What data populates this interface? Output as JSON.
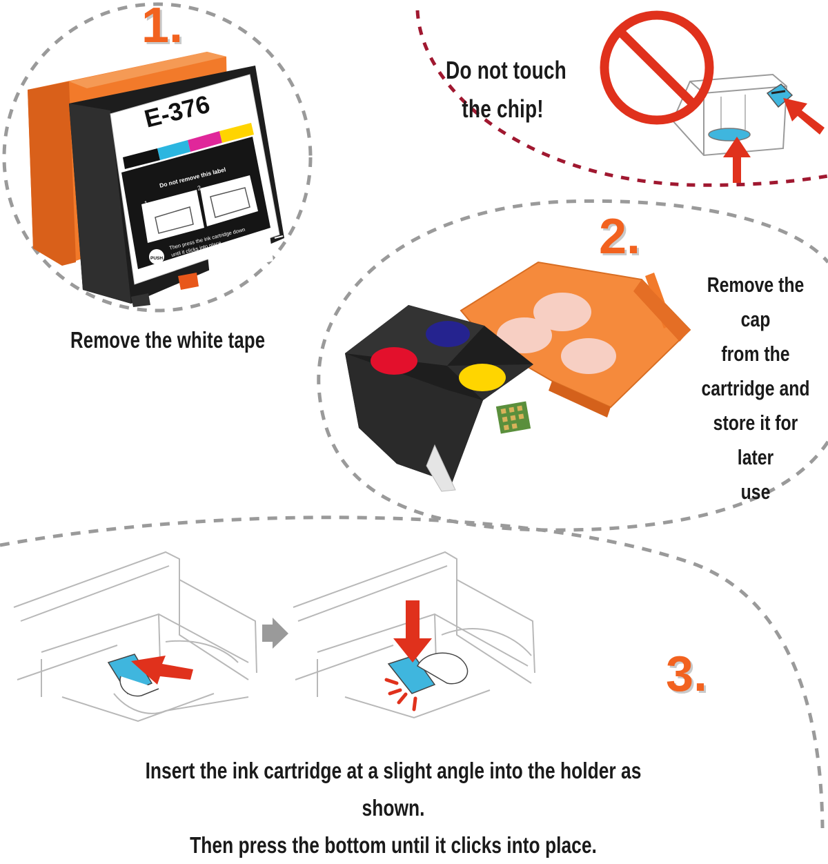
{
  "colors": {
    "accent_orange": "#f2621f",
    "cap_orange": "#f58a3c",
    "dash_gray": "#9a9a9a",
    "dash_maroon": "#a01830",
    "warning_red": "#e0311c",
    "chip_blue": "#3fb6de"
  },
  "steps": [
    {
      "number": "1.",
      "caption": "Remove the white  tape"
    },
    {
      "number": "2.",
      "caption_lines": [
        "Remove the cap",
        "from the",
        "cartridge and",
        "store it for later",
        "use"
      ]
    },
    {
      "number": "3.",
      "caption_lines": [
        "Insert the ink cartridge at a slight angle into the  holder as shown.",
        "Then press the bottom  until it clicks into place."
      ]
    }
  ],
  "warning": {
    "lines": [
      "Do not touch",
      "the chip!"
    ],
    "icon": "prohibited-icon"
  },
  "cartridge_label": {
    "model": "E-376",
    "notice": "Do not remove this label",
    "panel_1": "1",
    "panel_2": "2",
    "instruction_lines": [
      "Then press the ink cartridge down",
      "until it clicks into place."
    ],
    "push": "PUSH"
  }
}
